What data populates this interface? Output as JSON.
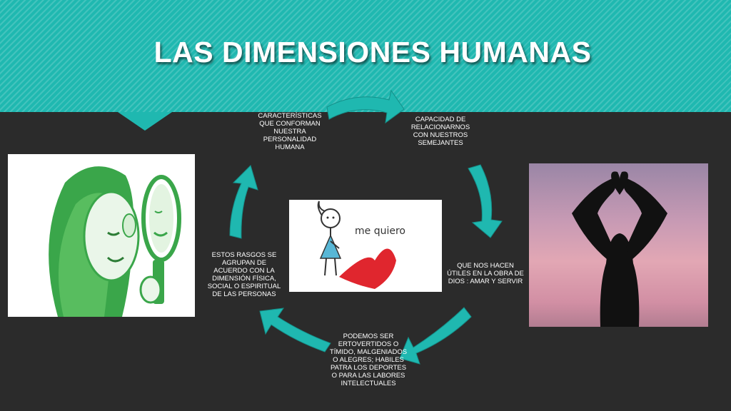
{
  "title": "LAS DIMENSIONES HUMANAS",
  "cycle_labels": {
    "top_left": "CARACTERÍSTICAS QUE CONFORMAN NUESTRA PERSONALIDAD HUMANA",
    "top_right": "CAPACIDAD DE RELACIONARNOS CON NUESTROS SEMEJANTES",
    "right": "QUE NOS HACEN ÚTILES EN LA OBRA DE DIOS : AMAR Y SERVIR",
    "bottom": "PODEMOS SER ERTOVERTIDOS O TÍMIDO, MALGENIADOS O ALEGRES; HABILES PATRA LOS DEPORTES O PARA LAS LABORES INTELECTUALES",
    "left": "ESTOS RASGOS SE AGRUPAN DE ACUERDO CON LA DIMENSIÓN FÍSICA, SOCIAL O ESPIRITUAL DE LAS PERSONAS"
  },
  "center_image": {
    "caption": "me quiero"
  },
  "colors": {
    "accent": "#1fb8b0",
    "arrow": "#1fb8b0",
    "background": "#2b2b2b",
    "heart": "#e0262e",
    "green": "#3aa64a"
  }
}
